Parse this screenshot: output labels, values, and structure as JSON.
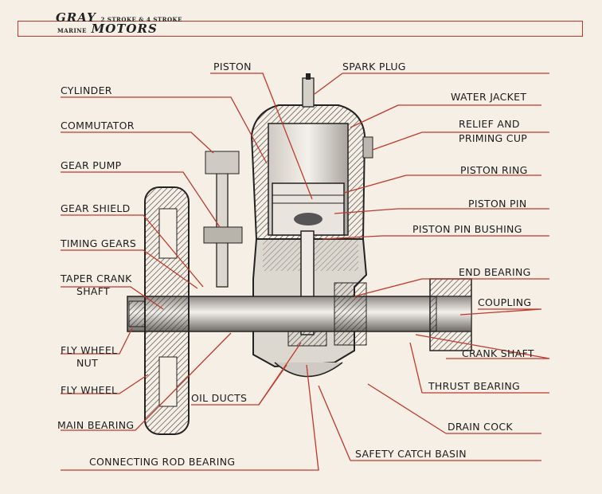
{
  "header": {
    "brand_top": "GRAY",
    "brand_bottom": "MOTORS",
    "brand_small_top": "2 STROKE & 4 STROKE",
    "brand_small_bottom": "MARINE"
  },
  "labels": {
    "piston": "PISTON",
    "spark_plug": "SPARK PLUG",
    "cylinder": "CYLINDER",
    "water_jacket": "WATER JACKET",
    "commutator": "COMMUTATOR",
    "relief_priming_1": "RELIEF AND",
    "relief_priming_2": "PRIMING CUP",
    "gear_pump": "GEAR PUMP",
    "piston_ring": "PISTON RING",
    "gear_shield": "GEAR SHIELD",
    "piston_pin": "PISTON PIN",
    "piston_pin_bushing": "PISTON PIN BUSHING",
    "timing_gears": "TIMING GEARS",
    "taper_crank_1": "TAPER CRANK",
    "taper_crank_2": "SHAFT",
    "end_bearing": "END BEARING",
    "coupling": "COUPLING",
    "fly_wheel_nut_1": "FLY WHEEL",
    "fly_wheel_nut_2": "NUT",
    "crank_shaft": "CRANK SHAFT",
    "fly_wheel": "FLY WHEEL",
    "oil_ducts": "OIL DUCTS",
    "thrust_bearing": "THRUST BEARING",
    "main_bearing": "MAIN BEARING",
    "drain_cock": "DRAIN COCK",
    "connecting_rod_bearing": "CONNECTING ROD BEARING",
    "safety_catch_basin": "SAFETY CATCH BASIN"
  },
  "colors": {
    "leader": "#c0392b",
    "ink": "#1c1c1c",
    "paper": "#f5efe6"
  }
}
